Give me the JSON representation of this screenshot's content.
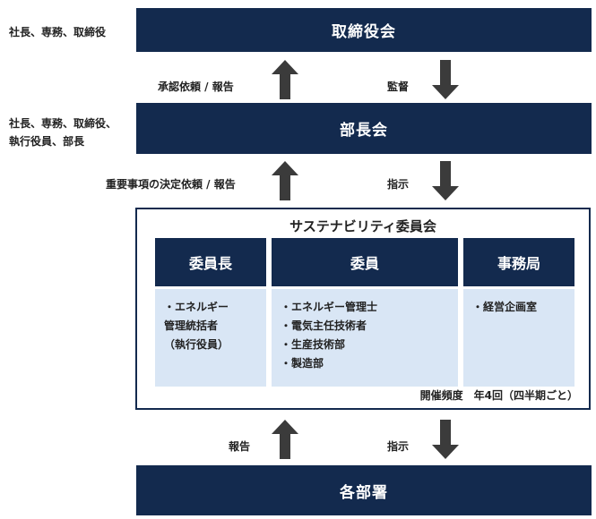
{
  "board": {
    "title": "取締役会",
    "members": [
      "社長、専務、取締役"
    ]
  },
  "board_to_dept": {
    "up_label": "承認依頼 / 報告",
    "down_label": "監督"
  },
  "dept_heads": {
    "title": "部長会",
    "members": [
      "社長、専務、取締役、",
      "執行役員、部長"
    ]
  },
  "dept_to_committee": {
    "up_label": "重要事項の決定依頼 / 報告",
    "down_label": "指示"
  },
  "committee": {
    "title": "サステナビリティ委員会",
    "columns": [
      {
        "head": "委員長",
        "lines": [
          "・エネルギー",
          "管理統括者",
          "（執行役員）"
        ]
      },
      {
        "head": "委員",
        "lines": [
          "・エネルギー管理士",
          "・電気主任技術者",
          "・生産技術部",
          "・製造部"
        ]
      },
      {
        "head": "事務局",
        "lines": [
          "・経営企画室"
        ]
      }
    ],
    "frequency": "開催頻度　年4回（四半期ごと）"
  },
  "committee_to_depts": {
    "up_label": "報告",
    "down_label": "指示"
  },
  "departments": {
    "title": "各部署"
  },
  "colors": {
    "navy": "#132a4e",
    "light_blue": "#d9e6f5",
    "arrow": "#3b3b3b"
  }
}
